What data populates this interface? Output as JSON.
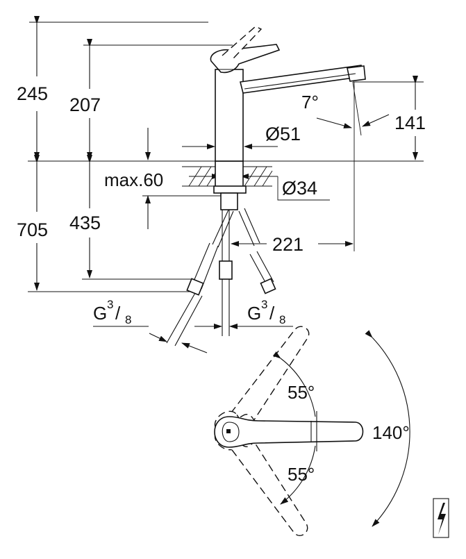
{
  "side_view": {
    "dims": {
      "h_total": "245",
      "h_spout_top": "207",
      "d_body": "Ø51",
      "spout_angle": "7°",
      "h_outlet": "141",
      "max_thickness": "max.60",
      "d_hole": "Ø34",
      "below_total": "705",
      "below_hose": "435",
      "reach": "221"
    },
    "thread_left": {
      "prefix": "G",
      "num": "3",
      "den": "8"
    },
    "thread_right": {
      "prefix": "G",
      "num": "3",
      "den": "8"
    }
  },
  "top_view": {
    "swing_upper": "55°",
    "swing_lower": "55°",
    "swing_total": "140°"
  },
  "symbol": "electrical-lightning-symbol"
}
